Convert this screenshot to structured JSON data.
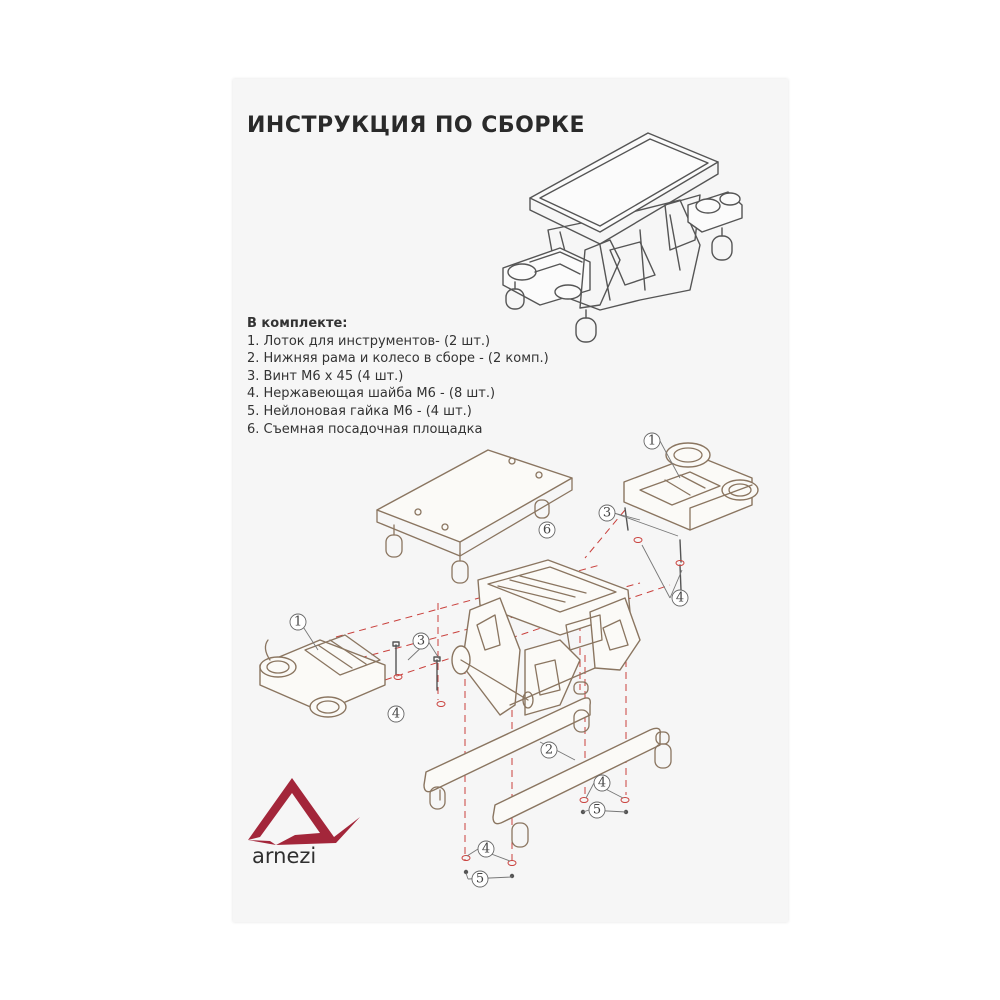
{
  "title": "ИНСТРУКЦИЯ ПО СБОРКЕ",
  "contents": {
    "heading": "В комплекте:",
    "items": [
      "1.  Лоток для инструментов- (2 шт.)",
      "2. Нижняя рама и колесо в сборе - (2 комп.)",
      "3. Винт M6 x 45 (4 шт.)",
      "4. Нержавеющая шайба M6 - (8 шт.)",
      "5. Нейлоновая гайка M6 - (4 шт.)",
      "6. Съемная посадочная площадка"
    ]
  },
  "callouts": [
    "1",
    "1",
    "2",
    "3",
    "3",
    "4",
    "4",
    "4",
    "4",
    "5",
    "5",
    "6"
  ],
  "brand": {
    "name": "arnezi",
    "color": "#a3263a",
    "logo": "triangle-logo-icon"
  },
  "colors": {
    "dash": "#c9403c",
    "line": "#555555",
    "tan": "#8a7560"
  }
}
